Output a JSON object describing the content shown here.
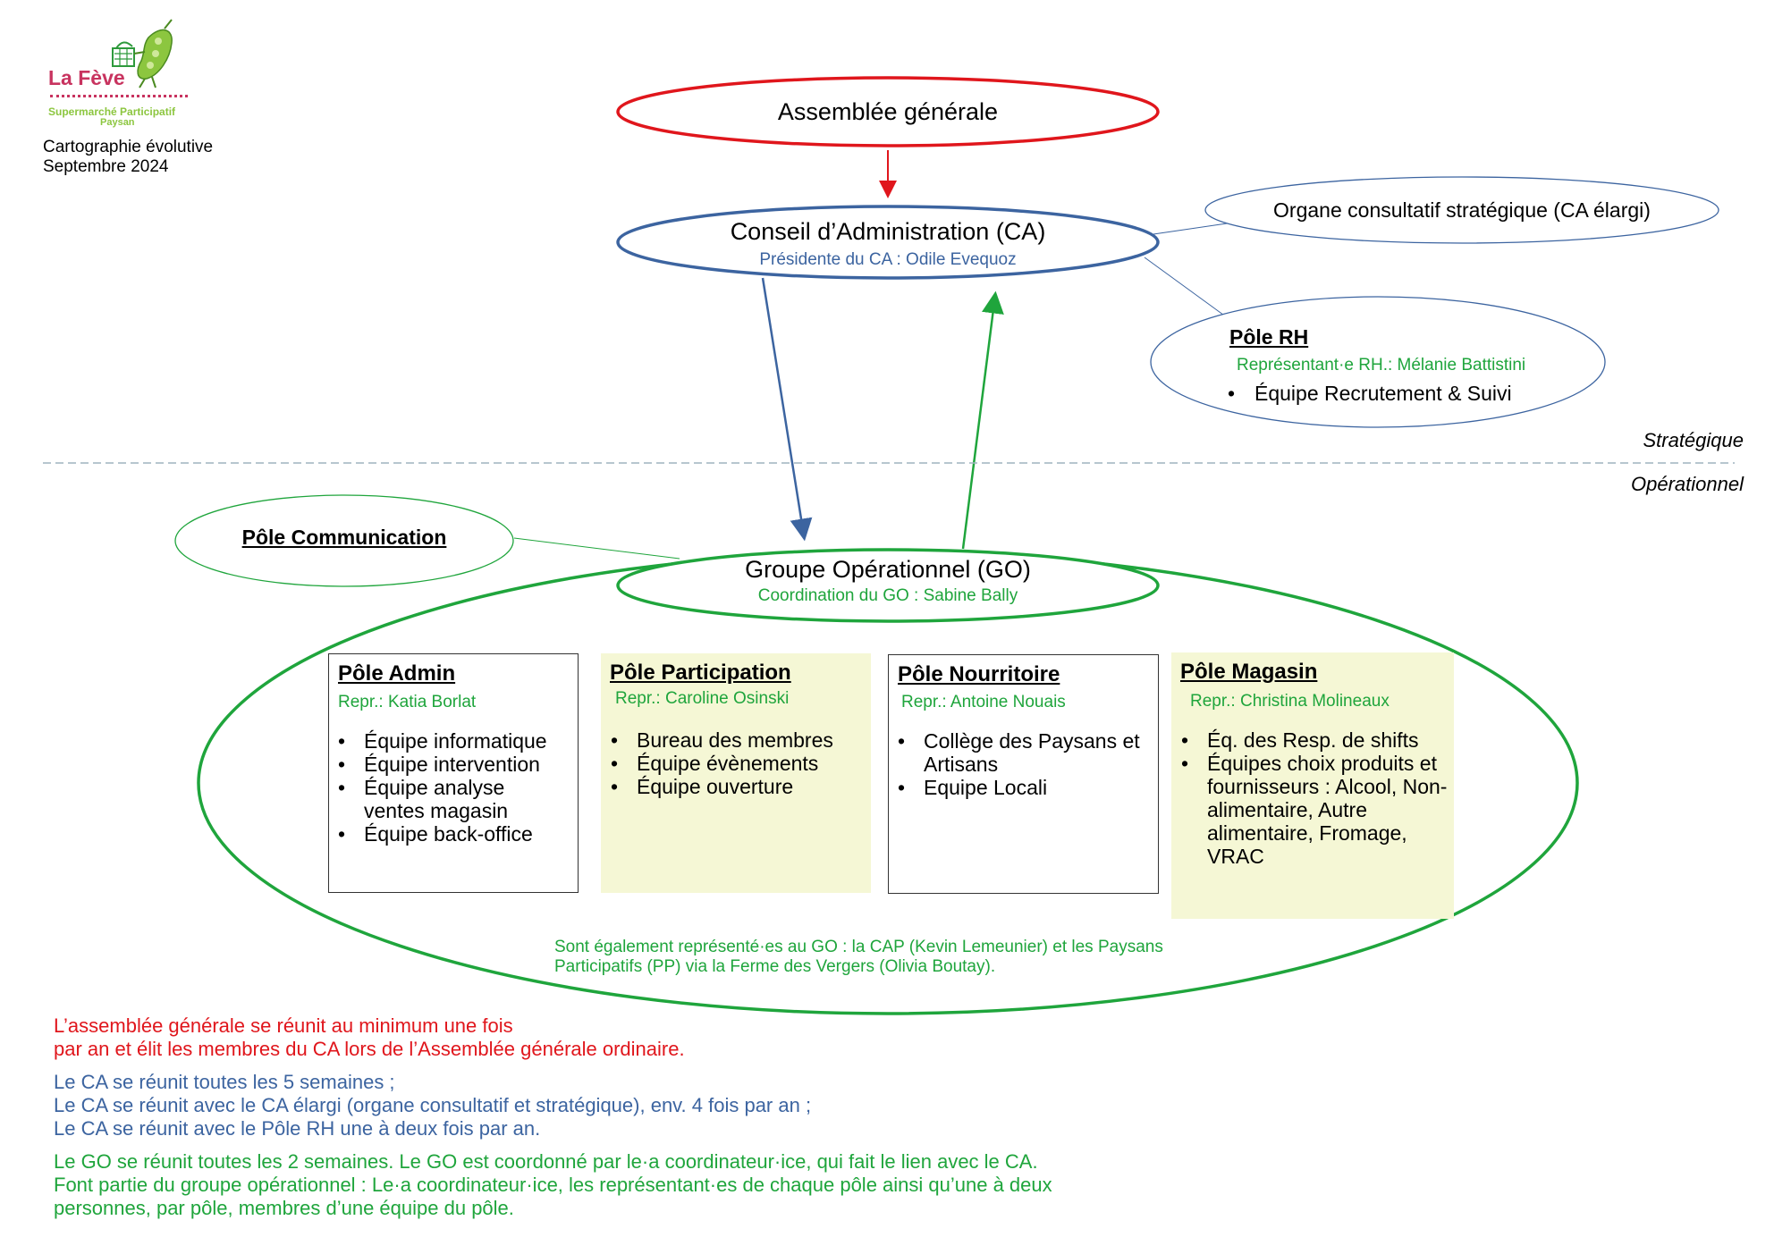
{
  "logo": {
    "brand": "La Fève",
    "tagline_1": "Supermarché Participatif",
    "tagline_2": "Paysan"
  },
  "header": {
    "line_1": "Cartographie évolutive",
    "line_2": "Septembre 2024"
  },
  "nodes": {
    "assemblee": {
      "title": "Assemblée générale"
    },
    "ca": {
      "title": "Conseil d’Administration (CA)",
      "subtitle": "Présidente du CA : Odile Evequoz"
    },
    "organe": {
      "title": "Organe consultatif stratégique (CA élargi)"
    },
    "pole_rh": {
      "title": "Pôle RH",
      "subtitle": "Représentant·e RH.: Mélanie Battistini",
      "items": [
        "Équipe Recrutement & Suivi"
      ]
    },
    "pole_communication": {
      "title": "Pôle Communication"
    },
    "go": {
      "title": "Groupe Opérationnel (GO)",
      "subtitle": "Coordination du GO : Sabine Bally"
    }
  },
  "levels": {
    "strategique": "Stratégique",
    "operationnel": "Opérationnel"
  },
  "poles": [
    {
      "title": "Pôle Admin",
      "repr": "Repr.: Katia Borlat",
      "items": [
        "Équipe informatique",
        "Équipe intervention",
        "Équipe analyse ventes magasin",
        "Équipe back-office"
      ]
    },
    {
      "title": "Pôle Participation",
      "repr": "Repr.: Caroline Osinski",
      "items": [
        "Bureau des membres",
        "Équipe évènements",
        "Équipe ouverture"
      ]
    },
    {
      "title": "Pôle Nourritoire",
      "repr": "Repr.: Antoine Nouais",
      "items": [
        "Collège des Paysans et Artisans",
        "Equipe Locali"
      ]
    },
    {
      "title": "Pôle Magasin",
      "repr": "Repr.: Christina Molineaux",
      "items": [
        "Éq. des Resp. de shifts",
        "Équipes choix produits et fournisseurs : Alcool, Non-alimentaire, Autre alimentaire, Fromage, VRAC"
      ]
    }
  ],
  "go_note": {
    "line_1": "Sont également représenté·es au GO : la CAP (Kevin Lemeunier) et les Paysans",
    "line_2": "Participatifs (PP) via la Ferme des Vergers (Olivia Boutay)."
  },
  "notes": {
    "red": [
      "L’assemblée générale se réunit au minimum une fois",
      "par an et élit les membres du CA lors de l’Assemblée générale ordinaire."
    ],
    "blue": [
      "Le CA se réunit toutes les 5 semaines ;",
      "Le CA se réunit avec le CA élargi (organe consultatif et stratégique), env. 4 fois par an ;",
      "Le CA se réunit avec le Pôle RH une à deux fois par an."
    ],
    "green": [
      "Le GO se réunit toutes les 2 semaines. Le GO est coordonné par le·a coordinateur·ice, qui fait le lien avec le CA.",
      "Font partie du groupe opérationnel : Le·a coordinateur·ice, les représentant·es de chaque pôle ainsi qu’une à deux",
      "personnes, par pôle, membres d’une équipe du pôle."
    ]
  },
  "colors": {
    "red": "#e0161c",
    "blue": "#3c64a0",
    "green": "#1fa53c",
    "pale_yellow": "#f5f7d5",
    "logo_pink": "#c8335f",
    "logo_green": "#8cc63f"
  },
  "icons": [
    "logo-pea-mascot-icon"
  ]
}
